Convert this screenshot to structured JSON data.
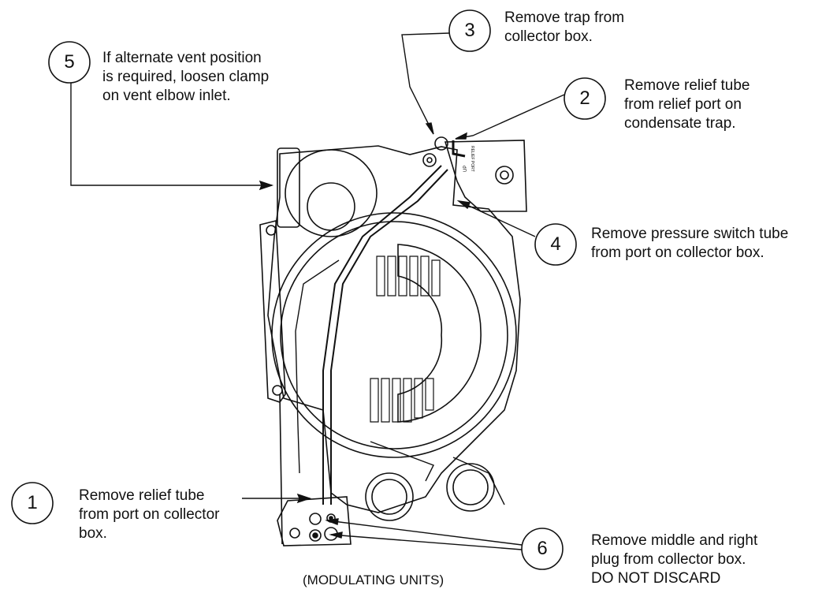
{
  "callouts": [
    {
      "num": "1",
      "text": "Remove relief tube\nfrom port on collector\nbox."
    },
    {
      "num": "2",
      "text": "Remove relief tube\nfrom relief port on\ncondensate trap."
    },
    {
      "num": "3",
      "text": "Remove trap from\ncollector box."
    },
    {
      "num": "4",
      "text": "Remove pressure switch tube\nfrom port on collector box."
    },
    {
      "num": "5",
      "text": "If alternate vent position\nis required, loosen clamp\non vent elbow inlet."
    },
    {
      "num": "6",
      "text": "Remove middle and right\nplug from collector box.\nDO NOT DISCARD"
    }
  ],
  "caption": "(MODULATING UNITS)",
  "part_labels": {
    "relief_port": "RELIEF PORT",
    "up": "UP"
  },
  "colors": {
    "line": "#111111",
    "background": "#ffffff"
  }
}
